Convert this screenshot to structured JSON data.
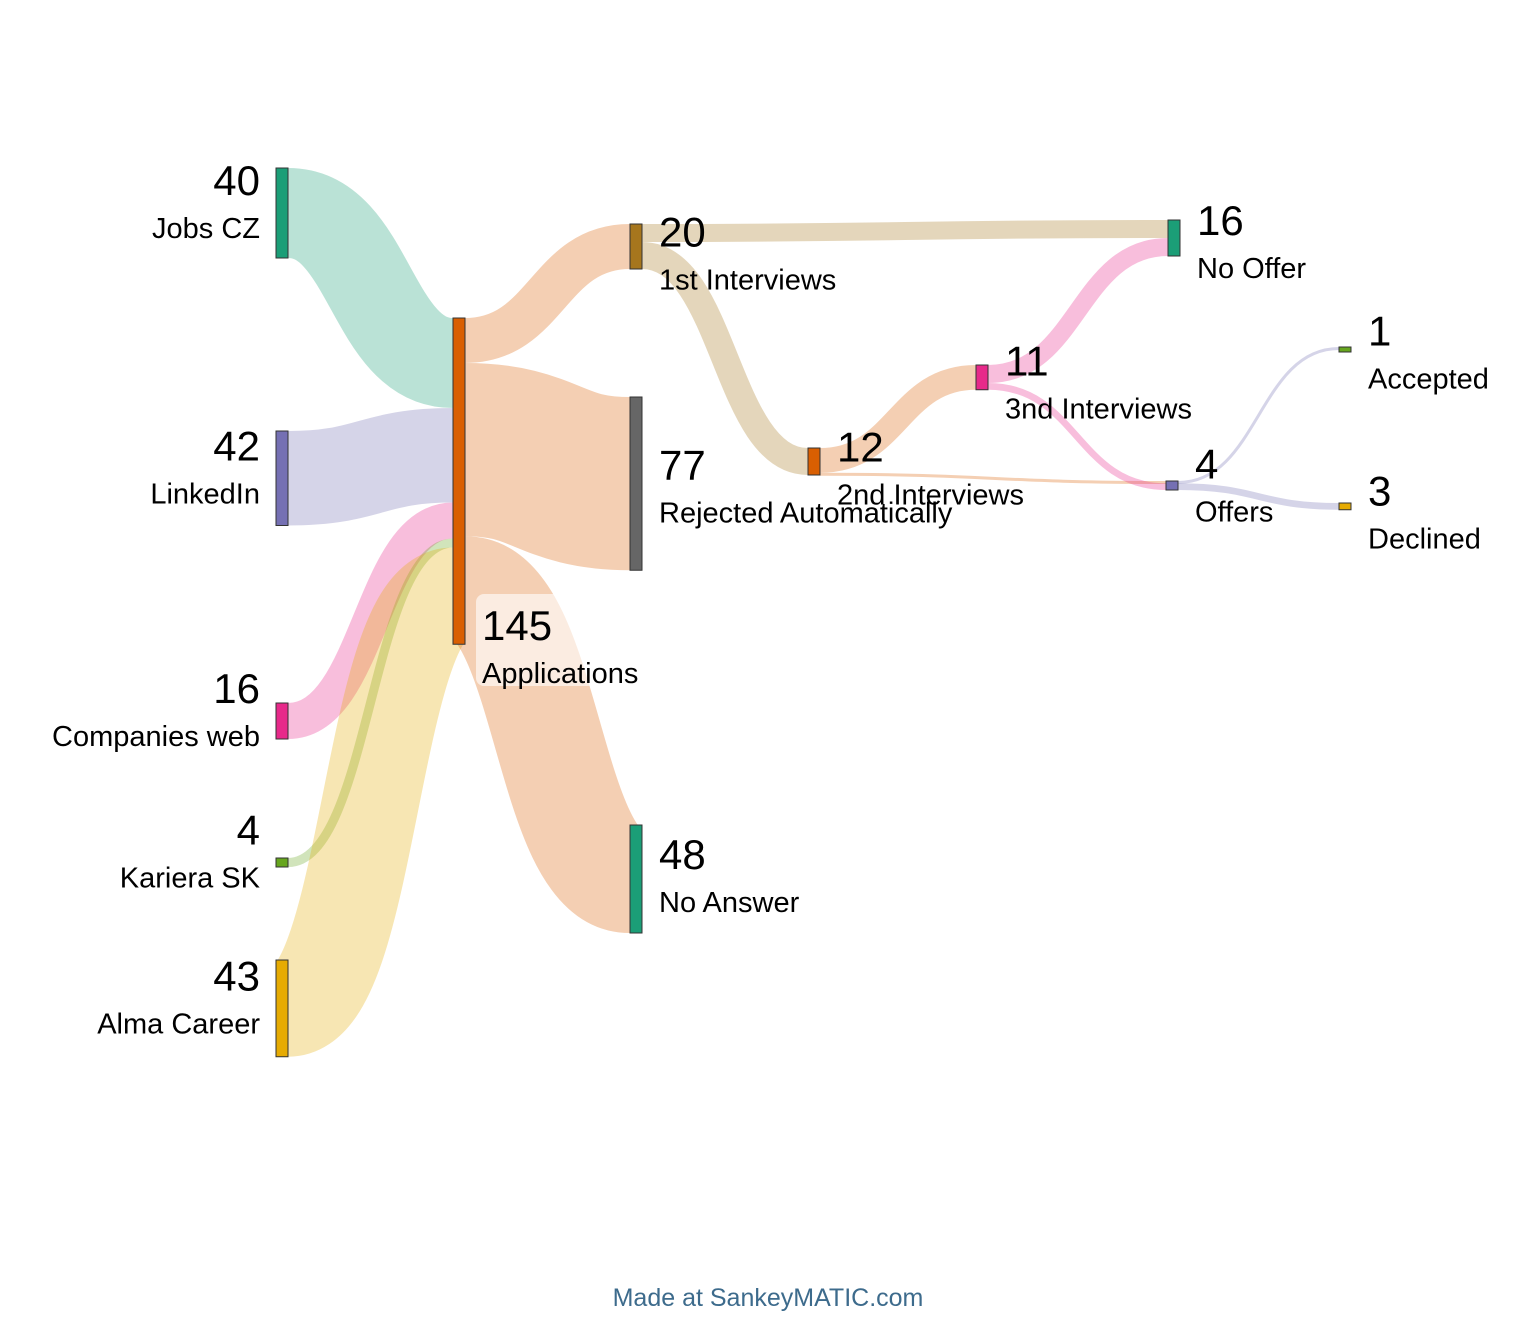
{
  "chart_data": {
    "type": "sankey",
    "nodes": [
      {
        "id": "jobs_cz",
        "name": "Jobs CZ",
        "value": 40,
        "color": "#1b9e77"
      },
      {
        "id": "linkedin",
        "name": "LinkedIn",
        "value": 42,
        "color": "#7570b3"
      },
      {
        "id": "companies_web",
        "name": "Companies web",
        "value": 16,
        "color": "#e7298a"
      },
      {
        "id": "kariera_sk",
        "name": "Kariera SK",
        "value": 4,
        "color": "#66a61e"
      },
      {
        "id": "alma_career",
        "name": "Alma Career",
        "value": 43,
        "color": "#e6ab02"
      },
      {
        "id": "applications",
        "name": "Applications",
        "value": 145,
        "color": "#d95f02"
      },
      {
        "id": "first_interviews",
        "name": "1st Interviews",
        "value": 20,
        "color": "#a6761d"
      },
      {
        "id": "rejected",
        "name": "Rejected Automatically",
        "value": 77,
        "color": "#666666"
      },
      {
        "id": "no_answer",
        "name": "No Answer",
        "value": 48,
        "color": "#1b9e77"
      },
      {
        "id": "second_interviews",
        "name": "2nd Interviews",
        "value": 12,
        "color": "#d95f02"
      },
      {
        "id": "third_interviews",
        "name": "3nd Interviews",
        "value": 11,
        "color": "#e7298a"
      },
      {
        "id": "no_offer",
        "name": "No Offer",
        "value": 16,
        "color": "#1b9e77"
      },
      {
        "id": "offers",
        "name": "Offers",
        "value": 4,
        "color": "#7570b3"
      },
      {
        "id": "accepted",
        "name": "Accepted",
        "value": 1,
        "color": "#66a61e"
      },
      {
        "id": "declined",
        "name": "Declined",
        "value": 3,
        "color": "#e6ab02"
      }
    ],
    "links": [
      {
        "source": "jobs_cz",
        "target": "applications",
        "value": 40
      },
      {
        "source": "linkedin",
        "target": "applications",
        "value": 42
      },
      {
        "source": "companies_web",
        "target": "applications",
        "value": 16
      },
      {
        "source": "kariera_sk",
        "target": "applications",
        "value": 4
      },
      {
        "source": "alma_career",
        "target": "applications",
        "value": 43
      },
      {
        "source": "applications",
        "target": "first_interviews",
        "value": 20
      },
      {
        "source": "applications",
        "target": "rejected",
        "value": 77
      },
      {
        "source": "applications",
        "target": "no_answer",
        "value": 48
      },
      {
        "source": "first_interviews",
        "target": "no_offer",
        "value": 8
      },
      {
        "source": "first_interviews",
        "target": "second_interviews",
        "value": 12
      },
      {
        "source": "second_interviews",
        "target": "third_interviews",
        "value": 11
      },
      {
        "source": "second_interviews",
        "target": "offers",
        "value": 1
      },
      {
        "source": "third_interviews",
        "target": "no_offer",
        "value": 8
      },
      {
        "source": "third_interviews",
        "target": "offers",
        "value": 3
      },
      {
        "source": "offers",
        "target": "accepted",
        "value": 1
      },
      {
        "source": "offers",
        "target": "declined",
        "value": 3
      }
    ]
  },
  "footer": {
    "credit": "Made at SankeyMATIC.com"
  }
}
